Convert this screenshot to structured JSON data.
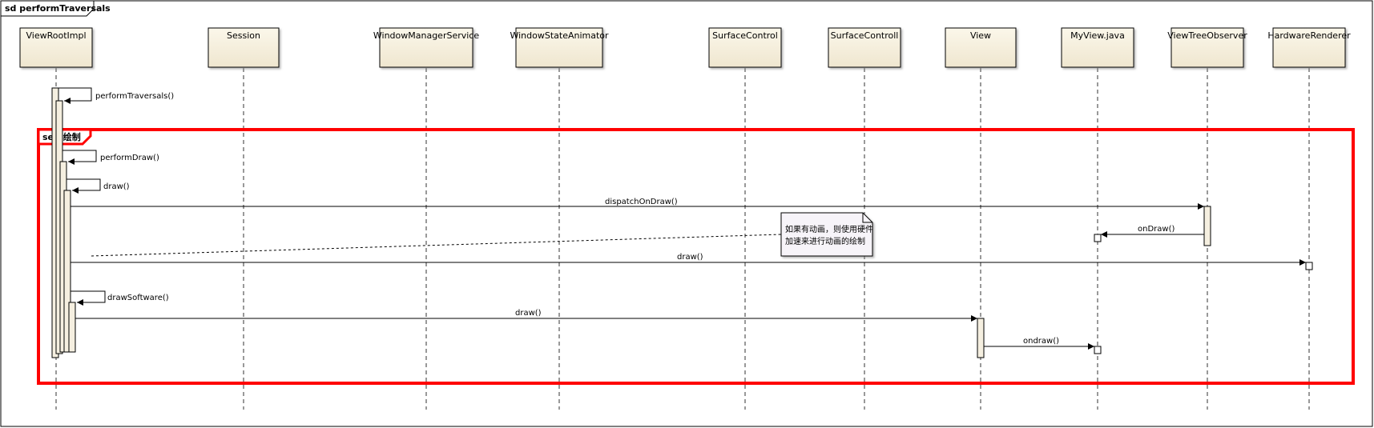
{
  "frame": {
    "title": "sd performTraversals"
  },
  "fragment": {
    "label": "seq 绘制"
  },
  "lifelines": [
    {
      "name": "ViewRootImpl"
    },
    {
      "name": "Session"
    },
    {
      "name": "WindowManagerService"
    },
    {
      "name": "WindowStateAnimator"
    },
    {
      "name": "SurfaceControl"
    },
    {
      "name": "SurfaceControll"
    },
    {
      "name": "View"
    },
    {
      "name": "MyView.java"
    },
    {
      "name": "ViewTreeObserver"
    },
    {
      "name": "HardwareRenderer"
    }
  ],
  "messages": [
    {
      "label": "performTraversals()"
    },
    {
      "label": "performDraw()"
    },
    {
      "label": "draw()"
    },
    {
      "label": "dispatchOnDraw()"
    },
    {
      "label": "onDraw()"
    },
    {
      "label": "draw()"
    },
    {
      "label": "drawSoftware()"
    },
    {
      "label": "draw()"
    },
    {
      "label": "ondraw()"
    }
  ],
  "note": {
    "lines": [
      "如果有动画，则使用硬件",
      "加速来进行动画的绘制"
    ]
  },
  "colors": {
    "lifeline_fill": "#f5efe0",
    "frame_highlight": "#ff0000",
    "note_fill": "#f7f4f9"
  }
}
